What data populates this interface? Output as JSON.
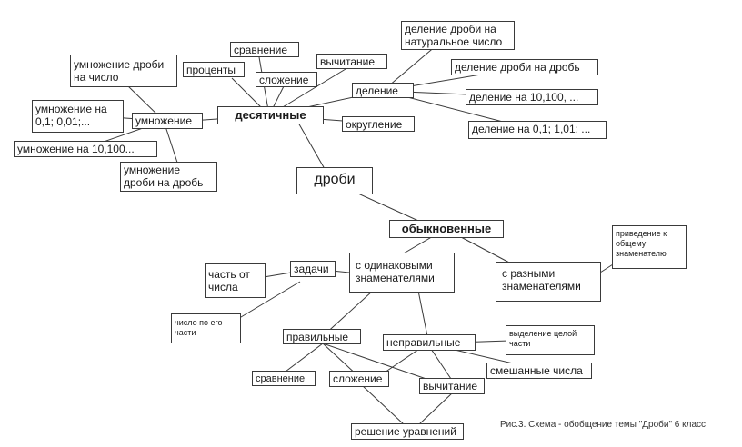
{
  "nodes": {
    "drobi": "дроби",
    "desyatichnye": "десятичные",
    "obyknovennye": "обыкновенные",
    "sravnenie_top": "сравнение",
    "procenty": "проценты",
    "slozhenie_top": "сложение",
    "vychitanie_top": "вычитание",
    "delenie": "деление",
    "okruglenie": "округление",
    "delenie_na_naturalnoe": "деление дроби на натуральное число",
    "delenie_drobi_na_drob": "деление дроби на дробь",
    "delenie_na_10": "деление на 10,100, ...",
    "delenie_na_01": "деление на 0,1; 1,01; ...",
    "umnozhenie": "умножение",
    "umnozhenie_na_chislo": "умножение дроби на число",
    "umnozhenie_na_01": "умножение на 0,1; 0,01;...",
    "umnozhenie_na_10": "умножение на 10,100...",
    "umnozhenie_drobi_na_drob": "умножение дроби на дробь",
    "zadachi": "задачи",
    "chast_ot_chisla": "часть от числа",
    "chislo_po_chasti": "число по его части",
    "odinakovye": "с одинаковыми знаменателями",
    "raznye": "с разными знаменателями",
    "privedenie": "приведение к общему знаменателю",
    "pravilnye": "правильные",
    "nepravilnye": "неправильные",
    "vydelenie": "выделение целой части",
    "smeshannye": "смешанные числа",
    "sravnenie_bottom": "сравнение",
    "slozhenie_bottom": "сложение",
    "vychitanie_bottom": "вычитание",
    "reshenie": "решение уравнений"
  },
  "caption": "Рис.3. Схема - обобщение темы \"Дроби\" 6 класс"
}
